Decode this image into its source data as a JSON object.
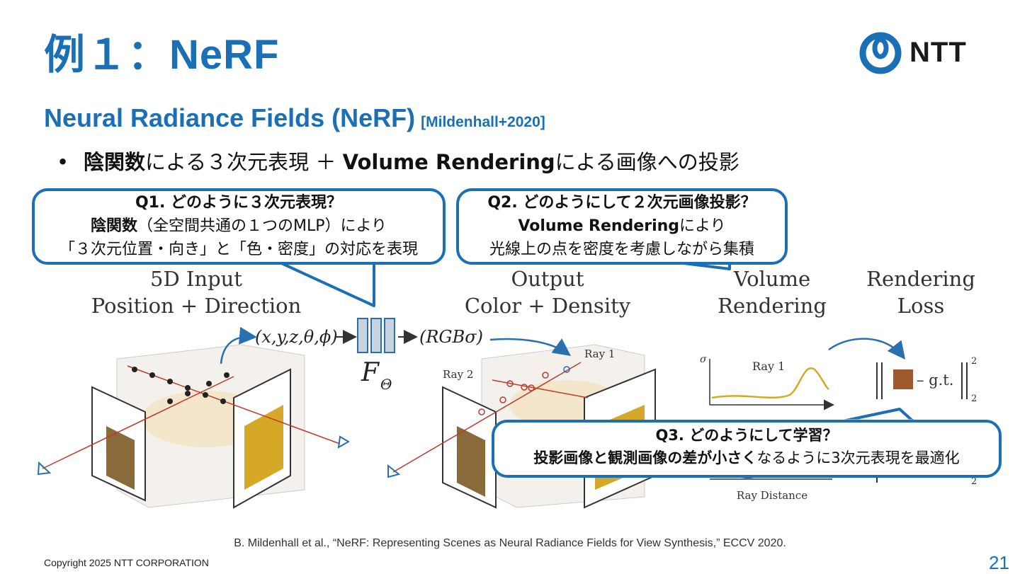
{
  "slide": {
    "title": "例１：NeRF",
    "subtitle": "Neural Radiance Fields (NeRF)",
    "subtitle_cite": "[Mildenhall+2020]",
    "bullet_bold1": "陰関数",
    "bullet_text1": "による３次元表現 ＋ ",
    "bullet_bold2": "Volume Rendering",
    "bullet_text2": "による画像への投影",
    "page_number": "21",
    "copyright": "Copyright 2025 NTT CORPORATION",
    "citation": "B. Mildenhall et al., “NeRF: Representing Scenes as Neural Radiance Fields for View Synthesis,” ECCV 2020."
  },
  "logo": {
    "text": "NTT",
    "color": "#1a6fb5"
  },
  "callouts": {
    "q1": {
      "question": "Q1. どのように３次元表現？",
      "line2_bold": "陰関数",
      "line2_text": "（全空間共通の１つのMLP）により",
      "line3": "「３次元位置・向き」と「色・密度」の対応を表現"
    },
    "q2": {
      "question": "Q2. どのようにして２次元画像投影？",
      "line2_bold": "Volume Rendering",
      "line2_text": "により",
      "line3": "光線上の点を密度を考慮しながら集積"
    },
    "q3": {
      "question": "Q3. どのようにして学習？",
      "line2_bold": "投影画像と観測画像の差が小さく",
      "line2_text": "なるように3次元表現を最適化"
    }
  },
  "figure": {
    "input_title1": "5D Input",
    "input_title2": "Position + Direction",
    "input_formula": "(x,y,z,θ,ϕ)",
    "network_label": "F",
    "network_sub": "Θ",
    "output_formula": "(RGBσ)",
    "output_title1": "Output",
    "output_title2": "Color + Density",
    "vr_title1": "Volume",
    "vr_title2": "Rendering",
    "loss_title1": "Rendering",
    "loss_title2": "Loss",
    "ray1": "Ray 1",
    "ray2": "Ray 2",
    "sigma": "σ",
    "ray_distance": "Ray Distance",
    "gt": "– g.t.",
    "sup": "2",
    "sub": "2",
    "accent_brown": "#a0582e",
    "ray_red": "#c0392b"
  }
}
